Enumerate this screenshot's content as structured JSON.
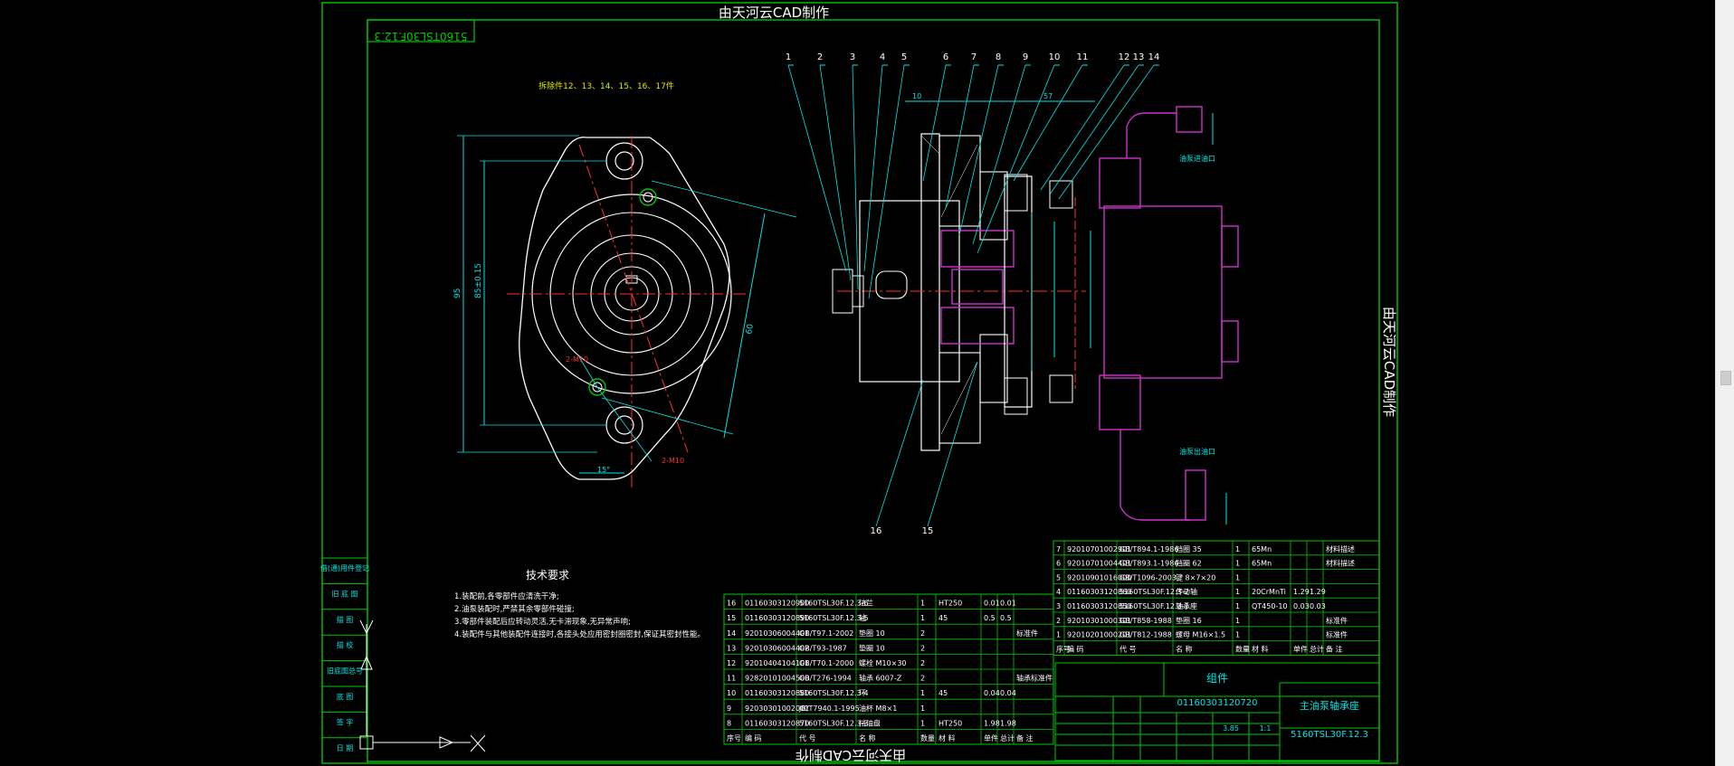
{
  "watermark": "由天河云CAD制作",
  "drawing_no": "5160TSL30F.12.3",
  "drawing_no_mirrored": "5160TSL30F.12.3",
  "note_top": "拆除件12、13、14、15、16、17件",
  "dims": {
    "d10": "10",
    "d57": "57",
    "d95": "95",
    "d85": "85±0.15",
    "d60": "60",
    "d15": "15°",
    "hole1": "2-M10",
    "hole2": "2-M10"
  },
  "labels": {
    "inlet": "油泵进油口",
    "outlet": "油泵出油口"
  },
  "balloons": [
    "1",
    "2",
    "3",
    "4",
    "5",
    "6",
    "7",
    "8",
    "9",
    "10",
    "11",
    "12",
    "13",
    "14"
  ],
  "balloons_bottom": [
    "16",
    "15"
  ],
  "tech_title": "技术要求",
  "tech_notes": [
    "1.装配前,各零部件应清洗干净;",
    "2.油泵装配时,严禁其余零部件碰撞;",
    "3.零部件装配后应转动灵活,无卡滞现象,无异常声响;",
    "4.装配件与其他装配件连接时,各接头处应用密封圈密封,保证其密封性能。"
  ],
  "left_table": [
    "借(通)用件登记",
    "旧 底 图",
    "描 图",
    "描 校",
    "旧底图总号",
    "底 图",
    "签 字",
    "日 期"
  ],
  "bom_right": {
    "rows": [
      [
        "7",
        "92010701002901",
        "GB/T894.1-1986",
        "挡圈 35",
        "1",
        "65Mn",
        "",
        "",
        "材料描述"
      ],
      [
        "6",
        "92010701004401",
        "GB/T893.1-1986",
        "挡圈 62",
        "1",
        "65Mn",
        "",
        "",
        "材料描述"
      ],
      [
        "5",
        "92010901016000",
        "GB/T1096-2003",
        "键 8×7×20",
        "1",
        "",
        "",
        "",
        ""
      ],
      [
        "4",
        "01160303120860",
        "5160TSL30F.12.3-2",
        "传动轴",
        "1",
        "20CrMnTi",
        "1.29",
        "1.29",
        ""
      ],
      [
        "3",
        "01160303120850",
        "5160TSL30F.12.3-1",
        "轴承座",
        "1",
        "QT450-10",
        "0.03",
        "0.03",
        ""
      ],
      [
        "2",
        "92010301000301",
        "GB/T858-1988",
        "垫圈 16",
        "1",
        "",
        "",
        "",
        "标准件"
      ],
      [
        "1",
        "92010201000201",
        "GB/T812-1988",
        "螺母 M16×1.5",
        "1",
        "",
        "",
        "",
        "标准件"
      ]
    ],
    "header": [
      "序号",
      "编  码",
      "代  号",
      "名   称",
      "数量",
      "材  料",
      "单件",
      "总计",
      "备  注"
    ]
  },
  "bom_left": {
    "rows": [
      [
        "16",
        "01160303120900",
        "5160TSL30F.12.3-6",
        "法兰",
        "1",
        "HT250",
        "0.01",
        "0.01",
        ""
      ],
      [
        "15",
        "01160303120890",
        "5160TSL30F.12.3-5",
        "轴",
        "1",
        "45",
        "0.5",
        "0.5",
        ""
      ],
      [
        "14",
        "92010306004401",
        "GB/T97.1-2002",
        "垫圈 10",
        "2",
        "",
        "",
        "",
        "标准件"
      ],
      [
        "13",
        "92010306004402",
        "GB/T93-1987",
        "垫圈 10",
        "2",
        "",
        "",
        "",
        ""
      ],
      [
        "12",
        "92010404104101",
        "GB/T70.1-2000",
        "螺栓 M10×30",
        "2",
        "",
        "",
        "",
        ""
      ],
      [
        "11",
        "92820101004500",
        "GB/T276-1994",
        "轴承 6007-Z",
        "2",
        "",
        "",
        "",
        "轴承标准件"
      ],
      [
        "10",
        "01160303120880",
        "5160TSL30F.12.3-4",
        "环",
        "1",
        "45",
        "0.04",
        "0.04",
        ""
      ],
      [
        "9",
        "92030301002001",
        "JB/T7940.1-1995",
        "油杯 M8×1",
        "1",
        "",
        "",
        "",
        ""
      ],
      [
        "8",
        "01160303120870",
        "5160TSL30F.12.3-3",
        "挡油盘",
        "1",
        "HT250",
        "1.98",
        "1.98",
        ""
      ]
    ],
    "header": [
      "序号",
      "编  码",
      "代  号",
      "名   称",
      "数量",
      "材  料",
      "单件",
      "总计",
      "备  注"
    ]
  },
  "title_block": {
    "kind": "组件",
    "code": "01160303120720",
    "name": "主油泵轴承座",
    "drawing": "5160TSL30F.12.3",
    "scale": "1:1",
    "weight": "3.85"
  },
  "colors": {
    "frame": "#00c800",
    "cyan": "#00e6e6",
    "white": "#ffffff",
    "magenta": "#cc33cc",
    "red": "#ff3030",
    "yellow": "#e6e600"
  }
}
